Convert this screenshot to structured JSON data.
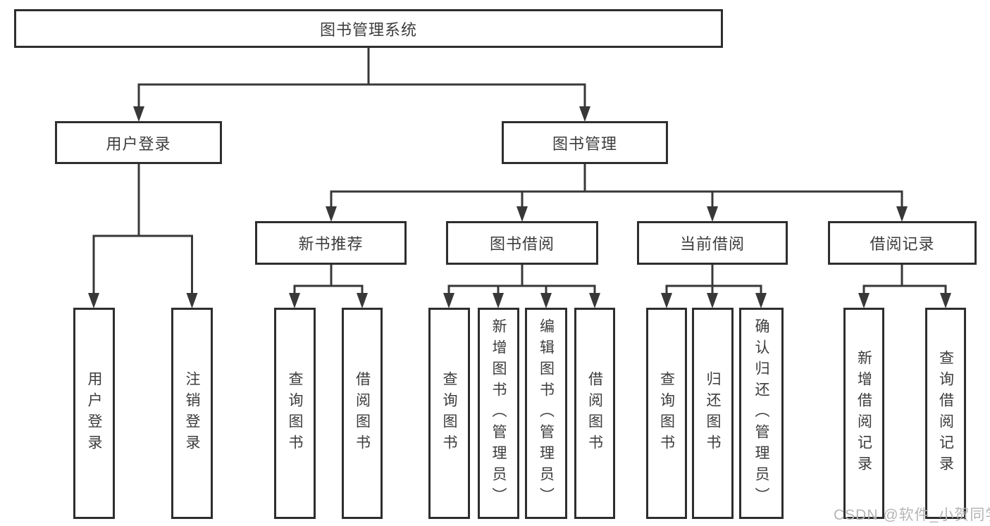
{
  "tree": {
    "label": "图书管理系统",
    "children": [
      {
        "label": "用户登录",
        "children": [
          {
            "label": "用户登录"
          },
          {
            "label": "注销登录"
          }
        ]
      },
      {
        "label": "图书管理",
        "children": [
          {
            "label": "新书推荐",
            "children": [
              {
                "label": "查询图书"
              },
              {
                "label": "借阅图书"
              }
            ]
          },
          {
            "label": "图书借阅",
            "children": [
              {
                "label": "查询图书"
              },
              {
                "label": "新增图书（管理员）"
              },
              {
                "label": "编辑图书（管理员）"
              },
              {
                "label": "借阅图书"
              }
            ]
          },
          {
            "label": "当前借阅",
            "children": [
              {
                "label": "查询图书"
              },
              {
                "label": "归还图书"
              },
              {
                "label": "确认归还（管理员）"
              }
            ]
          },
          {
            "label": "借阅记录",
            "children": [
              {
                "label": "新增借阅记录"
              },
              {
                "label": "查询借阅记录"
              }
            ]
          }
        ]
      }
    ]
  },
  "watermark": "CSDN @软件_小贺同学",
  "colors": {
    "background": "#ffffff",
    "line": "#383838",
    "box_border": "#2e2e2e",
    "text": "#3c3c3c",
    "watermark": "#b5b5b5"
  }
}
